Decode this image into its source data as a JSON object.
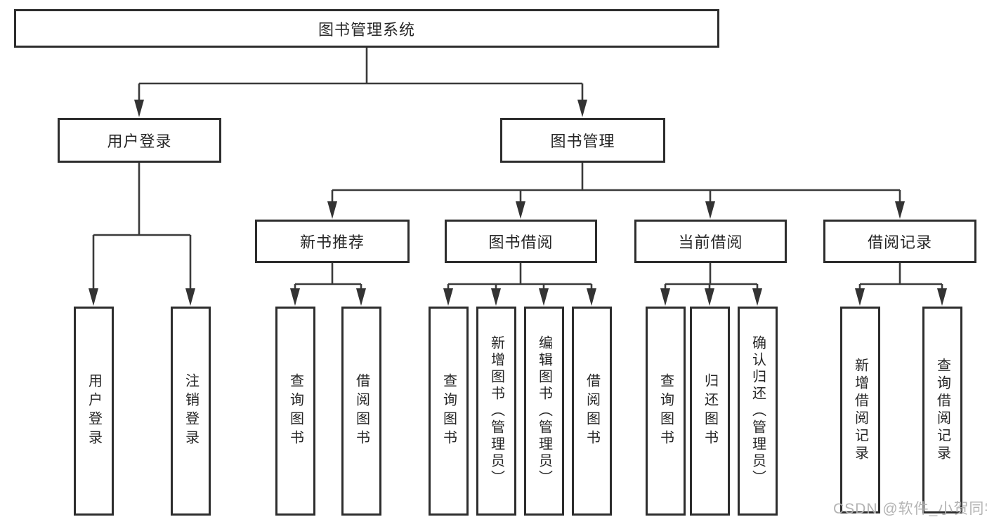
{
  "tree": {
    "root": {
      "label": "图书管理系统",
      "children": [
        {
          "label": "用户登录",
          "children": [
            {
              "label": "用户登录"
            },
            {
              "label": "注销登录"
            }
          ]
        },
        {
          "label": "图书管理",
          "children": [
            {
              "label": "新书推荐",
              "children": [
                {
                  "label": "查询图书"
                },
                {
                  "label": "借阅图书"
                }
              ]
            },
            {
              "label": "图书借阅",
              "children": [
                {
                  "label": "查询图书"
                },
                {
                  "label": "新增图书（管理员）"
                },
                {
                  "label": "编辑图书（管理员）"
                },
                {
                  "label": "借阅图书"
                }
              ]
            },
            {
              "label": "当前借阅",
              "children": [
                {
                  "label": "查询图书"
                },
                {
                  "label": "归还图书"
                },
                {
                  "label": "确认归还（管理员）"
                }
              ]
            },
            {
              "label": "借阅记录",
              "children": [
                {
                  "label": "新增借阅记录"
                },
                {
                  "label": "查询借阅记录"
                }
              ]
            }
          ]
        }
      ]
    }
  },
  "watermark": {
    "text": "CSDN @软件_小贺同学"
  },
  "colors": {
    "line": "#3a3a3a",
    "box_border": "#2d2d2d",
    "text": "#262626",
    "watermark": "#afafaf",
    "background": "#ffffff"
  }
}
